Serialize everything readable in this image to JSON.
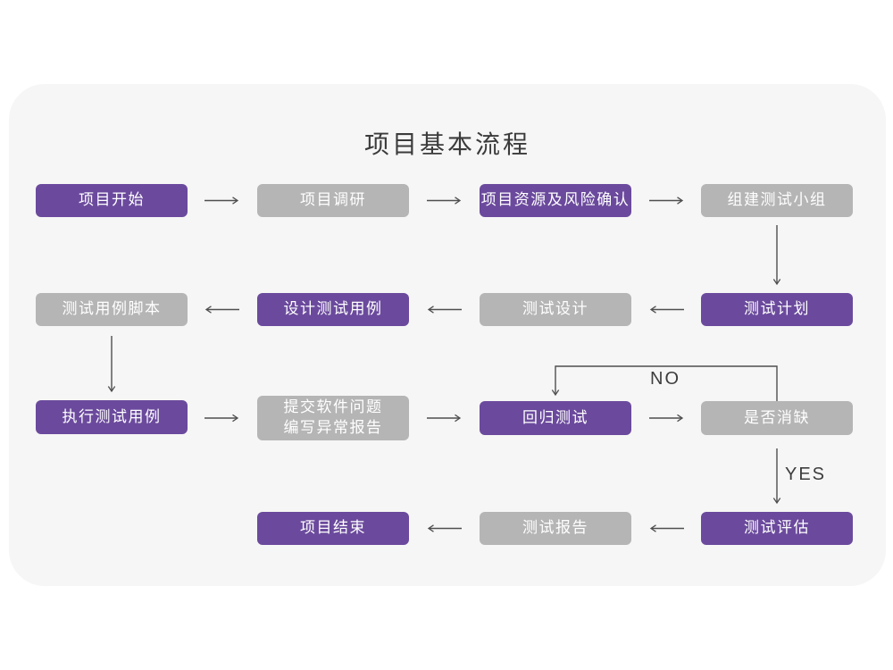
{
  "title": "项目基本流程",
  "colors": {
    "node_primary": "#6b4a9d",
    "node_secondary": "#b5b5b5",
    "card_background": "#f6f6f6",
    "arrow": "#4f4f4f",
    "node_text": "#ffffff",
    "title_text": "#3b3b3b"
  },
  "branch_labels": {
    "no": "NO",
    "yes": "YES"
  },
  "nodes": [
    {
      "id": "project-start",
      "label": "项目开始",
      "type": "primary"
    },
    {
      "id": "project-research",
      "label": "项目调研",
      "type": "secondary"
    },
    {
      "id": "resource-risk",
      "label": "项目资源及风险确认",
      "type": "primary"
    },
    {
      "id": "build-team",
      "label": "组建测试小组",
      "type": "secondary"
    },
    {
      "id": "case-script",
      "label": "测试用例脚本",
      "type": "secondary"
    },
    {
      "id": "design-case",
      "label": "设计测试用例",
      "type": "primary"
    },
    {
      "id": "test-design",
      "label": "测试设计",
      "type": "secondary"
    },
    {
      "id": "test-plan",
      "label": "测试计划",
      "type": "primary"
    },
    {
      "id": "execute-case",
      "label": "执行测试用例",
      "type": "primary"
    },
    {
      "id": "submit-issue",
      "label": "提交软件问题\n编写异常报告",
      "type": "secondary"
    },
    {
      "id": "regression-test",
      "label": "回归测试",
      "type": "primary"
    },
    {
      "id": "defect-cleared",
      "label": "是否消缺",
      "type": "secondary"
    },
    {
      "id": "project-end",
      "label": "项目结束",
      "type": "primary"
    },
    {
      "id": "test-report",
      "label": "测试报告",
      "type": "secondary"
    },
    {
      "id": "test-evaluate",
      "label": "测试评估",
      "type": "primary"
    }
  ]
}
